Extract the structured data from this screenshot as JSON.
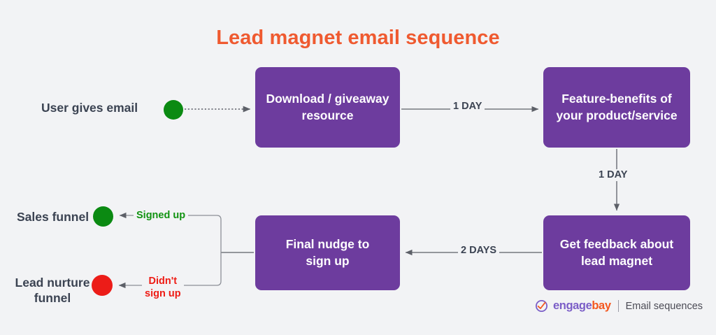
{
  "diagram": {
    "title": "Lead magnet email sequence",
    "background_color": "#f2f3f5",
    "accent_color": "#ef5a30",
    "node_color": "#6d3c9e",
    "green_color": "#0b8a12",
    "red_color": "#ec1c18"
  },
  "nodes": {
    "start_label": "User gives email",
    "download": "Download / giveaway\nresource",
    "download_line1": "Download / giveaway",
    "download_line2": "resource",
    "feature_line1": "Feature-benefits of",
    "feature_line2": "your product/service",
    "feedback_line1": "Get feedback about",
    "feedback_line2": "lead magnet",
    "nudge_line1": "Final nudge to",
    "nudge_line2": "sign up",
    "sales_funnel": "Sales funnel",
    "lead_nurture_line1": "Lead nurture",
    "lead_nurture_line2": "funnel"
  },
  "edges": {
    "download_to_feature": "1 DAY",
    "feature_to_feedback": "1 DAY",
    "feedback_to_nudge": "2 DAYS",
    "branch_yes": "Signed up",
    "branch_no_line1": "Didn't",
    "branch_no_line2": "sign up"
  },
  "footer": {
    "logo_part1": "engage",
    "logo_part2": "bay",
    "caption": "Email sequences"
  }
}
